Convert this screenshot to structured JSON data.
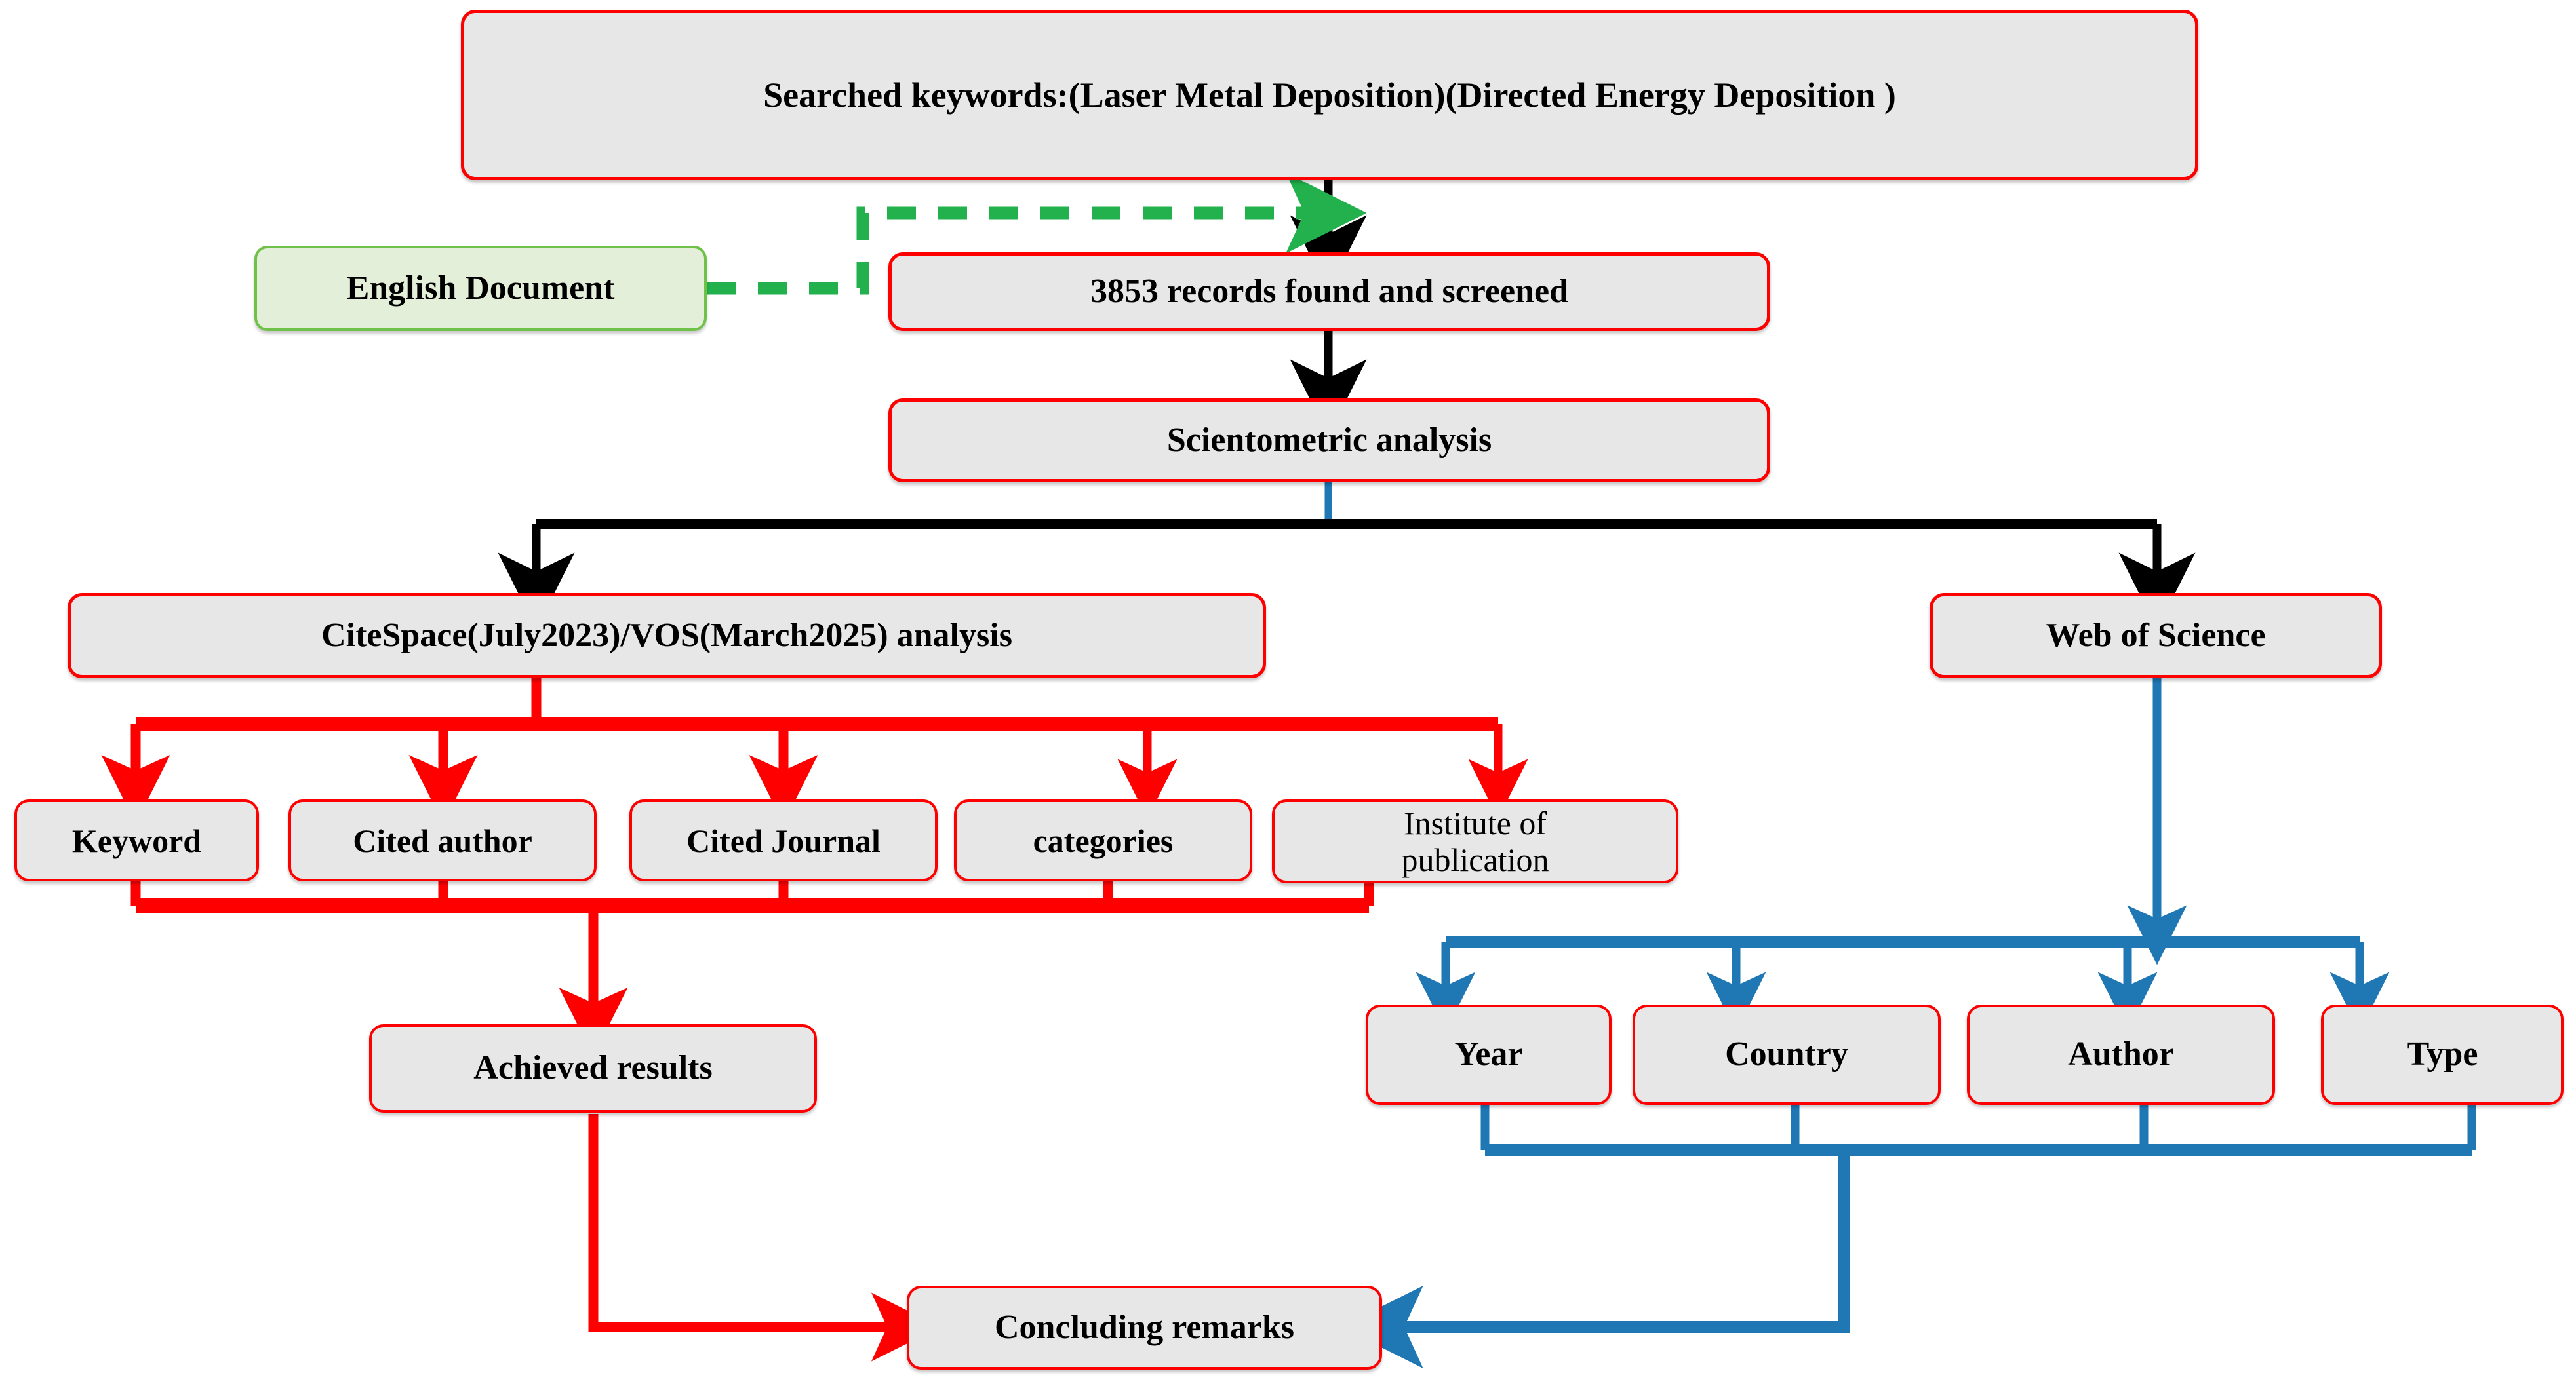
{
  "diagram": {
    "title": "Scientometric analysis workflow flowchart",
    "colors": {
      "node_fill": "#e7e7e7",
      "node_border": "#ff0000",
      "green_fill": "#e4efd9",
      "green_border": "#70c14a",
      "black_connector": "#000000",
      "red_connector": "#ff0000",
      "blue_connector": "#1f77b4",
      "green_connector": "#22b14c",
      "background": "#ffffff",
      "text": "#000000"
    },
    "nodes": {
      "searched_keywords": "Searched keywords:(Laser Metal Deposition)(Directed Energy Deposition )",
      "english_document": "English Document",
      "records_found": "3853 records found and screened",
      "scientometric_analysis": "Scientometric analysis",
      "citespace_analysis": "CiteSpace(July2023)/VOS(March2025)  analysis",
      "web_of_science": "Web of Science",
      "keyword": "Keyword",
      "cited_author": "Cited author",
      "cited_journal": "Cited Journal",
      "categories": "categories",
      "institute_of_publication": "Institute of\npublication",
      "institute_line1": "Institute of",
      "institute_line2": "publication",
      "achieved_results": "Achieved results",
      "year": "Year",
      "country": "Country",
      "author": "Author",
      "type": "Type",
      "concluding_remarks": "Concluding remarks"
    }
  }
}
